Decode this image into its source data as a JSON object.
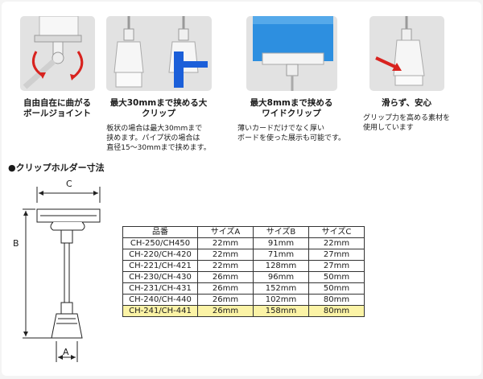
{
  "features": [
    {
      "title": "自由自在に曲がる\nボールジョイント",
      "desc": ""
    },
    {
      "title": "最大30mmまで挟める大クリップ",
      "desc": "板状の場合は最大30mmまで\n挟めます。パイプ状の場合は\n直径15～30mmまで挟めます。"
    },
    {
      "title": "最大8mmまで挟める\nワイドクリップ",
      "desc": "薄いカードだけでなく厚い\nボードを使った展示も可能です。"
    },
    {
      "title": "滑らず、安心",
      "desc": "グリップ力を高める素材を\n使用しています"
    }
  ],
  "section_title": "●クリップホルダー寸法",
  "dimensions": {
    "a": "A",
    "b": "B",
    "c": "C"
  },
  "table": {
    "headers": [
      "品番",
      "サイズA",
      "サイズB",
      "サイズC"
    ],
    "rows": [
      [
        "CH-250/CH450",
        "22mm",
        "91mm",
        "22mm"
      ],
      [
        "CH-220/CH-420",
        "22mm",
        "71mm",
        "27mm"
      ],
      [
        "CH-221/CH-421",
        "22mm",
        "128mm",
        "27mm"
      ],
      [
        "CH-230/CH-430",
        "26mm",
        "96mm",
        "50mm"
      ],
      [
        "CH-231/CH-431",
        "26mm",
        "152mm",
        "50mm"
      ],
      [
        "CH-240/CH-440",
        "26mm",
        "102mm",
        "80mm"
      ],
      [
        "CH-241/CH-441",
        "26mm",
        "158mm",
        "80mm"
      ]
    ],
    "highlight_color": "#fbf3a6"
  }
}
